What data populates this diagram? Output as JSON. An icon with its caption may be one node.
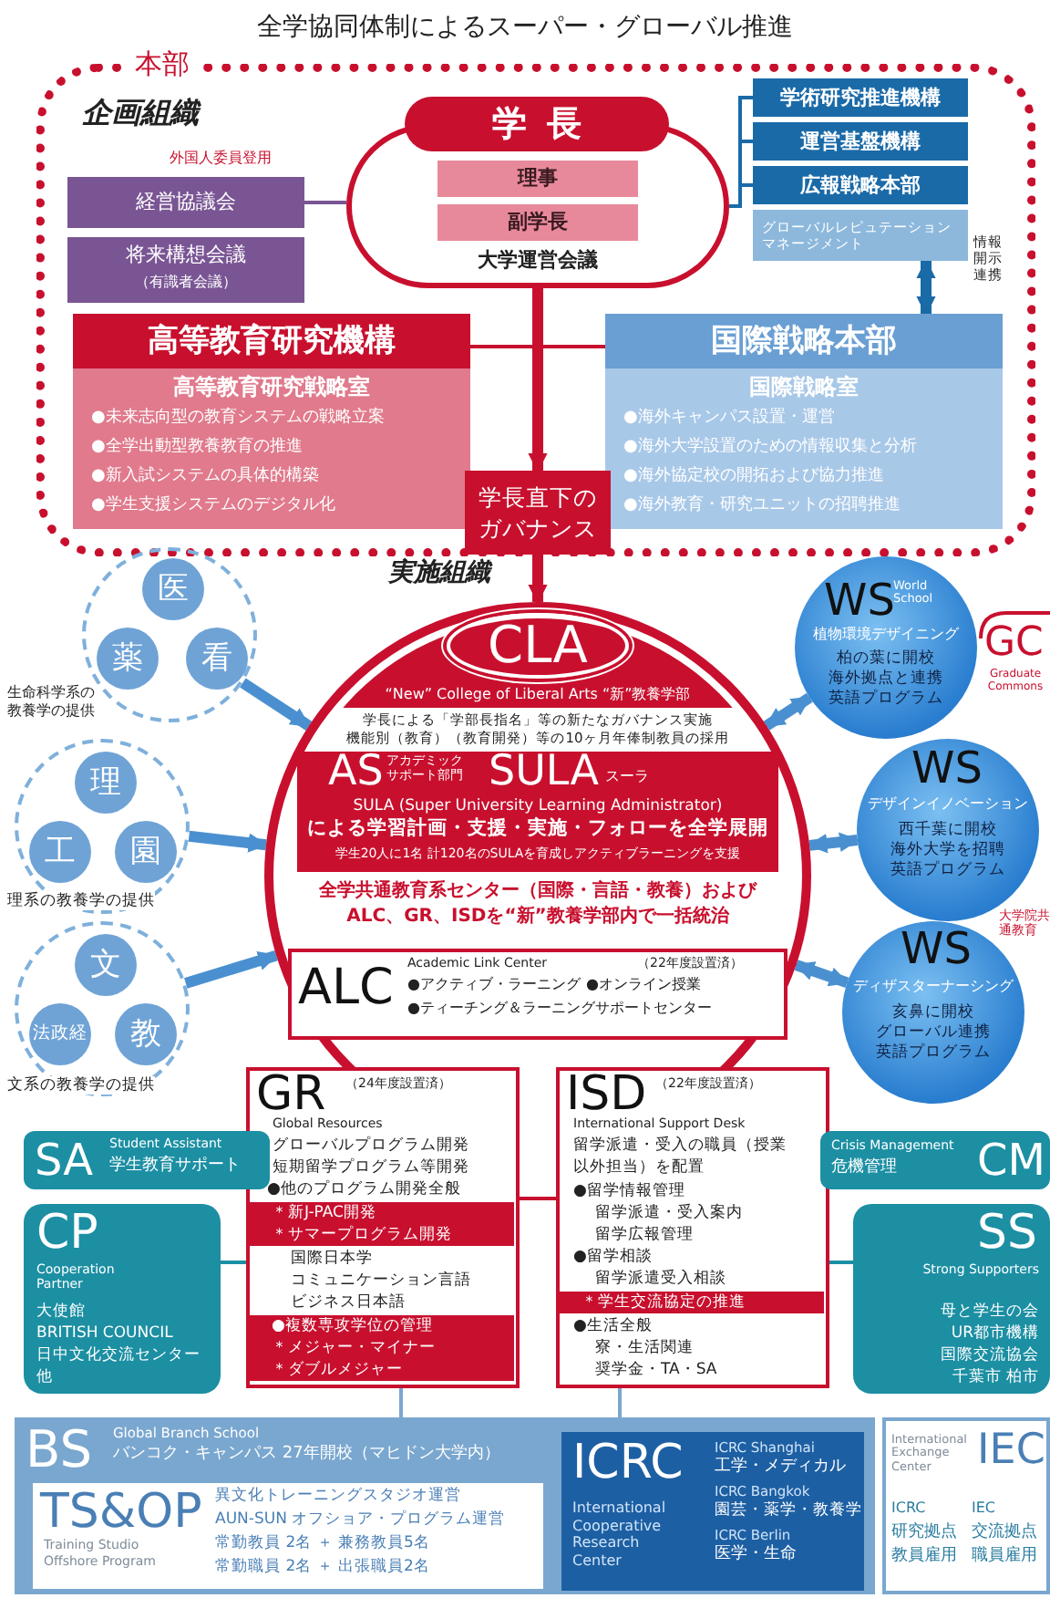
{
  "diagram": {
    "title": "全学協同体制によるスーパー・グローバル推進",
    "nodes": [
      {
        "text": [
          "本部"
        ]
      },
      {
        "text": [
          "学長",
          "大学運営会議"
        ],
        "in": 0
      },
      {
        "text": [
          "理事"
        ],
        "in": 1
      },
      {
        "text": [
          "副学長"
        ],
        "in": 1
      },
      {
        "text": [
          "経営協議会"
        ],
        "in": 0,
        "beside": [
          "外国人委員登用"
        ]
      },
      {
        "text": [
          "将来構想会議",
          "（有識者会議）"
        ],
        "in": 0
      },
      {
        "text": [
          "学術研究推進機構"
        ],
        "in": 0
      },
      {
        "text": [
          "運営基盤機構"
        ],
        "in": 0
      },
      {
        "text": [
          "広報戦略本部"
        ],
        "in": 0
      },
      {
        "text": [
          "グローバルレピュテーションマネージメント"
        ],
        "in": 0
      },
      {
        "text": [
          "高等教育研究機構",
          "高等教育研究戦略室",
          "●未来志向型の教育システムの戦略立案",
          "●全学出動型教養教育の推進",
          "●新入試システムの具体的構築",
          "●学生支援システムのデジタル化"
        ],
        "in": 0
      },
      {
        "text": [
          "国際戦略本部",
          "国際戦略室",
          "●海外キャンパス設置・運営",
          "●海外大学設置のための情報収集と分析",
          "●海外協定校の開拓および協力推進",
          "●海外教育・研究ユニットの招聘推進"
        ],
        "in": 0
      },
      {
        "text": [
          "学長直下のガバナンス"
        ],
        "in": 0
      },
      {
        "text": [
          "CLA",
          "“New” College of Liberal Arts “新”教養学部",
          "学長による「学部長指名」等の新たなガバナンス実施",
          "機能別（教育）（教育開発）等の10ヶ月年俸制教員の採用",
          "全学共通教育系センター（国際・言語・教養）およびALC、GR、ISDを“新”教養学部内で一括統治"
        ]
      },
      {
        "text": [
          "AS",
          "アカデミックサポート部門",
          "SULA",
          "スーラ",
          "SULA (Super University Learning Administrator)",
          "による学習計画・支援・実施・フォローを全学展開",
          "学生20人に1名 計120名のSULAを育成しアクティブラーニングを支援"
        ],
        "in": 13
      },
      {
        "text": [
          "ALC",
          "Academic Link Center",
          "（22年度設置済）",
          "●アクティブ・ラーニング",
          "●オンライン授業",
          "●ティーチング＆ラーニングサポートセンター"
        ],
        "in": 13
      },
      {
        "text": [
          "GR",
          "（24年度設置済）",
          "Global Resources",
          "グローバルプログラム開発",
          "短期留学プログラム等開発",
          "●他のプログラム開発全般",
          "＊新J-PAC開発",
          "＊サマープログラム開発",
          "国際日本学",
          "コミュニケーション言語",
          "ビジネス日本語",
          "●複数専攻学位の管理",
          "＊メジャー・マイナー",
          "＊ダブルメジャー"
        ]
      },
      {
        "text": [
          "ISD",
          "（22年度設置済）",
          "International Support Desk",
          "留学派遣・受入の職員（授業以外担当）を配置",
          "●留学情報管理",
          "留学派遣・受入案内",
          "留学広報管理",
          "●留学相談",
          "留学派遣受入相談",
          "＊学生交流協定の推進",
          "●生活全般",
          "寮・生活関連",
          "奨学金・TA・SA"
        ]
      },
      {
        "text": [],
        "shape": "circle",
        "beside": [
          "生命科学系の教養学の提供"
        ]
      },
      {
        "text": [
          "医"
        ],
        "in": 18
      },
      {
        "text": [
          "薬"
        ],
        "in": 18
      },
      {
        "text": [
          "看"
        ],
        "in": 18
      },
      {
        "text": [],
        "shape": "circle",
        "beside": [
          "理系の教養学の提供"
        ]
      },
      {
        "text": [
          "理"
        ],
        "in": 22
      },
      {
        "text": [
          "工"
        ],
        "in": 22
      },
      {
        "text": [
          "園"
        ],
        "in": 22
      },
      {
        "text": [],
        "shape": "circle",
        "beside": [
          "文系の教養学の提供"
        ]
      },
      {
        "text": [
          "文"
        ],
        "in": 26
      },
      {
        "text": [
          "法政経"
        ],
        "in": 26
      },
      {
        "text": [
          "教"
        ],
        "in": 26
      },
      {
        "text": [
          "WS",
          "World School",
          "植物環境デザイニング",
          "柏の葉に開校",
          "海外拠点と連携",
          "英語プログラム"
        ]
      },
      {
        "text": [
          "WS",
          "デザインイノベーション",
          "西千葉に開校",
          "海外大学を招聘",
          "英語プログラム"
        ]
      },
      {
        "text": [
          "WS",
          "ディザスターナーシング",
          "亥鼻に開校",
          "グローバル連携",
          "英語プログラム"
        ]
      },
      {
        "text": [
          "GC",
          "Graduate Commons"
        ]
      },
      {
        "text": [
          "SA",
          "Student Assistant",
          "学生教育サポート"
        ]
      },
      {
        "text": [
          "CP",
          "Cooperation Partner",
          "大使館",
          "BRITISH COUNCIL",
          "日中文化交流センター",
          "他"
        ]
      },
      {
        "text": [
          "Crisis Management",
          "危機管理",
          "CM"
        ]
      },
      {
        "text": [
          "SS",
          "Strong Supporters",
          "母と学生の会",
          "UR都市機構",
          "国際交流協会",
          "千葉市 柏市"
        ]
      },
      {
        "text": [
          "BS",
          "Global Branch School",
          "バンコク・キャンパス 27年開校（マヒドン大学内）"
        ]
      },
      {
        "text": [
          "TS&OP",
          "Training Studio Offshore Program",
          "異文化トレーニングスタジオ運営",
          "AUN-SUN オフショア・プログラム運営",
          "常勤教員 2名 ＋ 兼務教員5名",
          "常勤職員 2名 ＋ 出張職員2名"
        ],
        "in": 38
      },
      {
        "text": [
          "ICRC",
          "International Cooperative Research Center",
          "ICRC Shanghai",
          "工学・メディカル",
          "ICRC Bangkok",
          "園芸・薬学・教養学",
          "ICRC Berlin",
          "医学・生命"
        ],
        "in": 38
      },
      {
        "text": [
          "International Exchange Center",
          "IEC",
          "ICRC",
          "研究拠点",
          "教員雇用",
          "IEC",
          "交流拠点",
          "職員雇用"
        ]
      }
    ],
    "edges": [
      {
        "from": 4,
        "to": 1,
        "arrow": "none",
        "color": "#7a5594"
      },
      {
        "from": 1,
        "to": 6,
        "arrow": "none",
        "color": "#1a6aa8"
      },
      {
        "from": 1,
        "to": 7,
        "arrow": "none",
        "color": "#1a6aa8"
      },
      {
        "from": 1,
        "to": 8,
        "arrow": "none",
        "color": "#1a6aa8"
      },
      {
        "from": 9,
        "to": 11,
        "arrow": "both",
        "label": "情報開示連携",
        "style": "thick",
        "color": "#1a6aa8"
      },
      {
        "from": 10,
        "to": 11,
        "arrow": "none",
        "color": "#c8102e"
      },
      {
        "from": 1,
        "to": 12,
        "arrow": "to",
        "style": "thick",
        "color": "#c8102e"
      },
      {
        "from": 12,
        "to": 13,
        "arrow": "to",
        "style": "thick",
        "color": "#c8102e"
      },
      {
        "from": 18,
        "to": 13,
        "arrow": "to",
        "style": "thick"
      },
      {
        "from": 22,
        "to": 13,
        "arrow": "to",
        "style": "thick"
      },
      {
        "from": 26,
        "to": 13,
        "arrow": "to",
        "style": "thick"
      },
      {
        "from": 30,
        "to": 13,
        "arrow": "both",
        "style": "thick"
      },
      {
        "from": 31,
        "to": 13,
        "arrow": "both",
        "style": "thick"
      },
      {
        "from": 32,
        "to": 13,
        "arrow": "both",
        "style": "thick"
      },
      {
        "from": 16,
        "to": 17,
        "arrow": "none",
        "color": "#c8102e"
      },
      {
        "from": 35,
        "to": 16,
        "arrow": "none",
        "color": "#1c8fa3"
      },
      {
        "from": 37,
        "to": 17,
        "arrow": "none",
        "color": "#1c8fa3"
      },
      {
        "from": 16,
        "to": 38,
        "arrow": "none",
        "color": "#7aa7cf"
      },
      {
        "from": 17,
        "to": 38,
        "arrow": "none",
        "color": "#7aa7cf"
      }
    ],
    "labels": [
      "企画組織",
      "実施組織",
      "大学院共通教育"
    ]
  }
}
